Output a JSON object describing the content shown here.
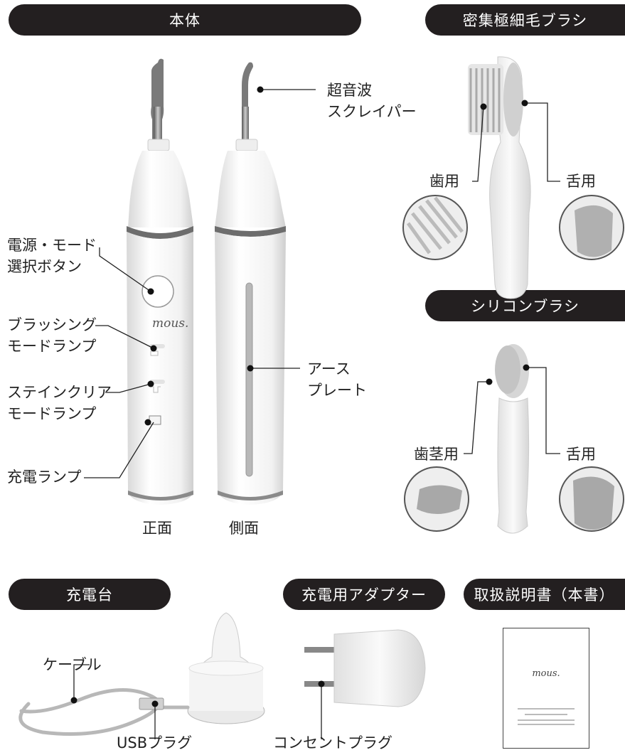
{
  "sections": {
    "main_body": "本体",
    "dense_brush": "密集極細毛ブラシ",
    "silicone_brush": "シリコンブラシ",
    "charger_stand": "充電台",
    "adapter": "充電用アダプター",
    "manual": "取扱説明書（本書）"
  },
  "labels": {
    "scraper": [
      "超音波",
      "スクレイパー"
    ],
    "power_button": [
      "電源・モード",
      "選択ボタン"
    ],
    "brushing_lamp": [
      "ブラッシング",
      "モードランプ"
    ],
    "stain_lamp": [
      "ステインクリア",
      "モードランプ"
    ],
    "charge_lamp": "充電ランプ",
    "earth_plate": [
      "アース",
      "プレート"
    ],
    "front": "正面",
    "side": "側面",
    "teeth": "歯用",
    "tongue_1": "舌用",
    "gums": "歯茎用",
    "tongue_2": "舌用",
    "cable": "ケーブル",
    "usb_plug": "USBプラグ",
    "outlet_plug": "コンセントプラグ"
  },
  "brand": "mous."
}
